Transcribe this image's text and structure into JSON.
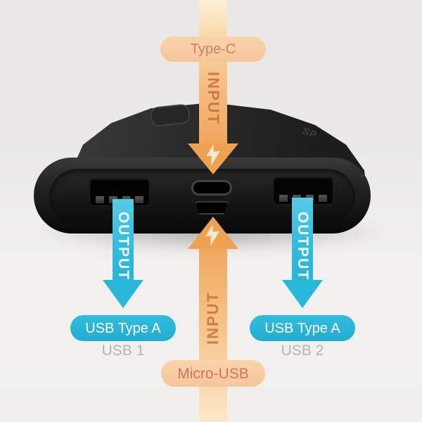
{
  "diagram": {
    "top_input": {
      "pill_label": "Type-C",
      "arrow_label": "INPUT"
    },
    "bottom_input": {
      "pill_label": "Micro-USB",
      "arrow_label": "INPUT"
    },
    "left_output": {
      "arrow_label": "OUTPUT",
      "pill_label": "USB Type A",
      "caption": "USB 1"
    },
    "right_output": {
      "arrow_label": "OUTPUT",
      "pill_label": "USB Type A",
      "caption": "USB 2"
    },
    "device": {
      "brand": "SP"
    },
    "icons": {
      "input_bolt": "lightning-bolt-icon"
    },
    "colors": {
      "input_orange": "#f0a455",
      "input_label_text": "#cf7a48",
      "input_pill_bg": "#f8cda4",
      "type_c_text": "#ca8560",
      "micro_usb_text": "#d2735c",
      "output_cyan": "#29b5d8",
      "output_pill_bg": "#29b3d5",
      "caption_gray": "#b4b3bb",
      "device_body": "#1c1c1c"
    }
  }
}
